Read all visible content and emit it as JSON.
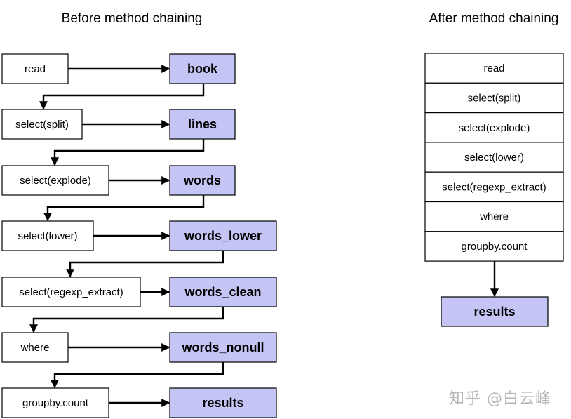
{
  "left_title": "Before method chaining",
  "right_title": "After method chaining",
  "before_steps": [
    {
      "op": "read",
      "result": "book"
    },
    {
      "op": "select(split)",
      "result": "lines"
    },
    {
      "op": "select(explode)",
      "result": "words"
    },
    {
      "op": "select(lower)",
      "result": "words_lower"
    },
    {
      "op": "select(regexp_extract)",
      "result": "words_clean"
    },
    {
      "op": "where",
      "result": "words_nonull"
    },
    {
      "op": "groupby.count",
      "result": "results"
    }
  ],
  "after_chain": [
    "read",
    "select(split)",
    "select(explode)",
    "select(lower)",
    "select(regexp_extract)",
    "where",
    "groupby.count"
  ],
  "after_result": "results",
  "watermark": "知乎 @白云峰",
  "colors": {
    "result_fill": "#c4c4f5",
    "op_fill": "#ffffff",
    "stroke": "#000000"
  }
}
